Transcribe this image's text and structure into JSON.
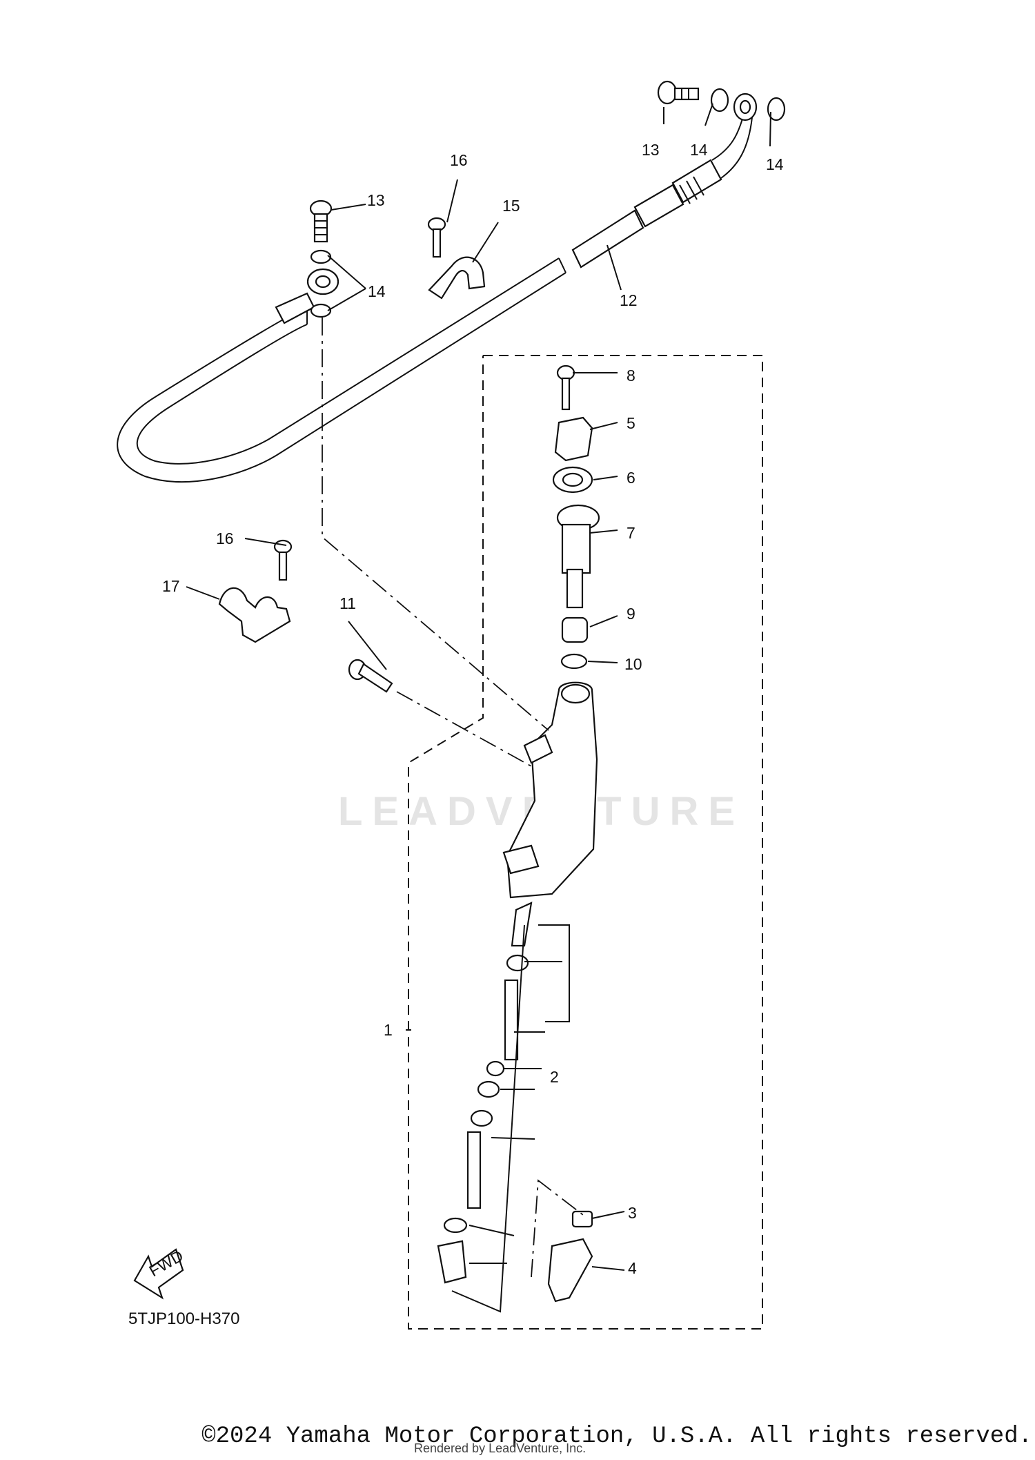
{
  "watermark": "LEADVENTURE",
  "callouts": {
    "c1": "1",
    "c2": "2",
    "c3": "3",
    "c4": "4",
    "c5": "5",
    "c6": "6",
    "c7": "7",
    "c8": "8",
    "c9": "9",
    "c10": "10",
    "c11": "11",
    "c12": "12",
    "c13a": "13",
    "c13b": "13",
    "c14a": "14",
    "c14b": "14",
    "c14c": "14",
    "c15": "15",
    "c16a": "16",
    "c16b": "16",
    "c17": "17"
  },
  "fwd_label": "FWD",
  "diagram_code": "5TJP100-H370",
  "footer": {
    "copyright": "©2024 Yamaha Motor Corporation, U.S.A. All rights reserved.",
    "rendered_by": "Rendered by LeadVenture, Inc."
  }
}
